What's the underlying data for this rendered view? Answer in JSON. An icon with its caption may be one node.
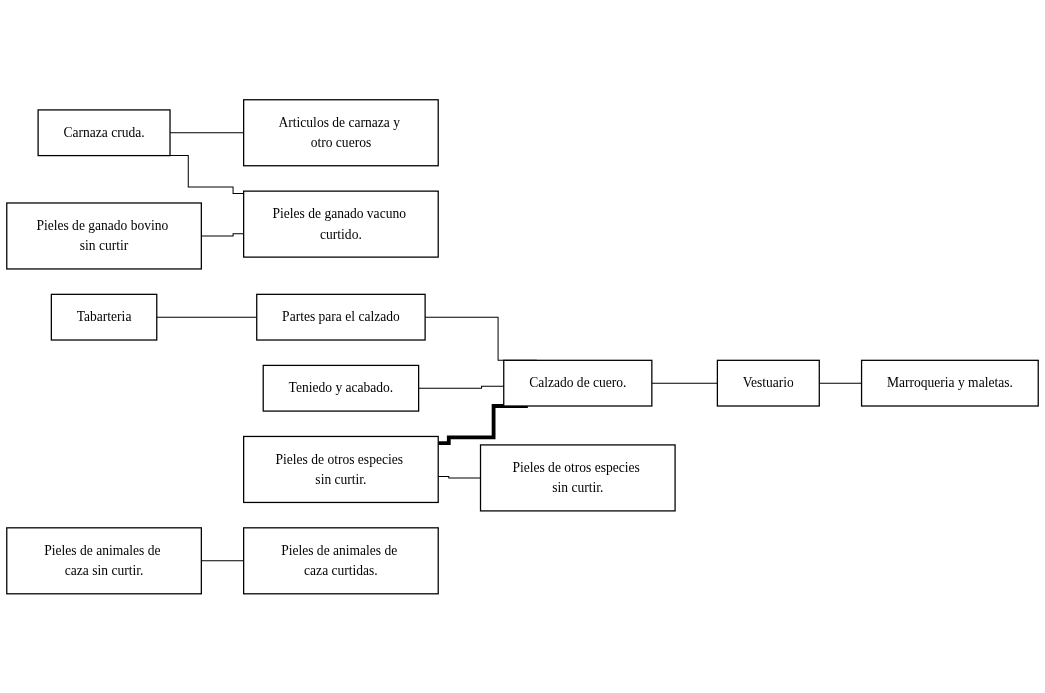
{
  "diagram": {
    "nodes": [
      {
        "text": [
          "Articulos de carnaza y otro cueros"
        ]
      },
      {
        "text": [
          "Carnaza cruda."
        ]
      },
      {
        "text": [
          "Pieles de ganado bovino sin curtir"
        ]
      },
      {
        "text": [
          "Tabarteria"
        ]
      },
      {
        "text": [
          "Pieles de ganado vacuno curtido."
        ]
      },
      {
        "text": [
          "Partes para el calzado"
        ]
      },
      {
        "text": [
          "Teniedo y acabado."
        ]
      },
      {
        "text": [
          "Pieles de otros especies sin curtir."
        ]
      },
      {
        "text": [
          "Calzado de cuero."
        ]
      },
      {
        "text": [
          "Pieles de otros especies sin curtir."
        ]
      },
      {
        "text": [
          "Vestuario"
        ]
      },
      {
        "text": [
          "Pieles de animales de caza sin curtir."
        ]
      },
      {
        "text": [
          "Marroqueria y maletas."
        ]
      },
      {
        "text": [
          "Pieles de animales de caza curtidas."
        ]
      }
    ],
    "edges": [
      {
        "from": 1,
        "to": 0,
        "arrow": "none"
      },
      {
        "from": 1,
        "to": 4,
        "arrow": "none"
      },
      {
        "from": 2,
        "to": 4,
        "arrow": "none"
      },
      {
        "from": 3,
        "to": 5,
        "arrow": "none"
      },
      {
        "from": 5,
        "to": 8,
        "arrow": "none"
      },
      {
        "from": 6,
        "to": 8,
        "arrow": "none"
      },
      {
        "from": 7,
        "to": 8,
        "arrow": "none",
        "style": "thick"
      },
      {
        "from": 7,
        "to": 9,
        "arrow": "none"
      },
      {
        "from": 8,
        "to": 10,
        "arrow": "none"
      },
      {
        "from": 10,
        "to": 12,
        "arrow": "none"
      },
      {
        "from": 11,
        "to": 13,
        "arrow": "none"
      }
    ]
  }
}
